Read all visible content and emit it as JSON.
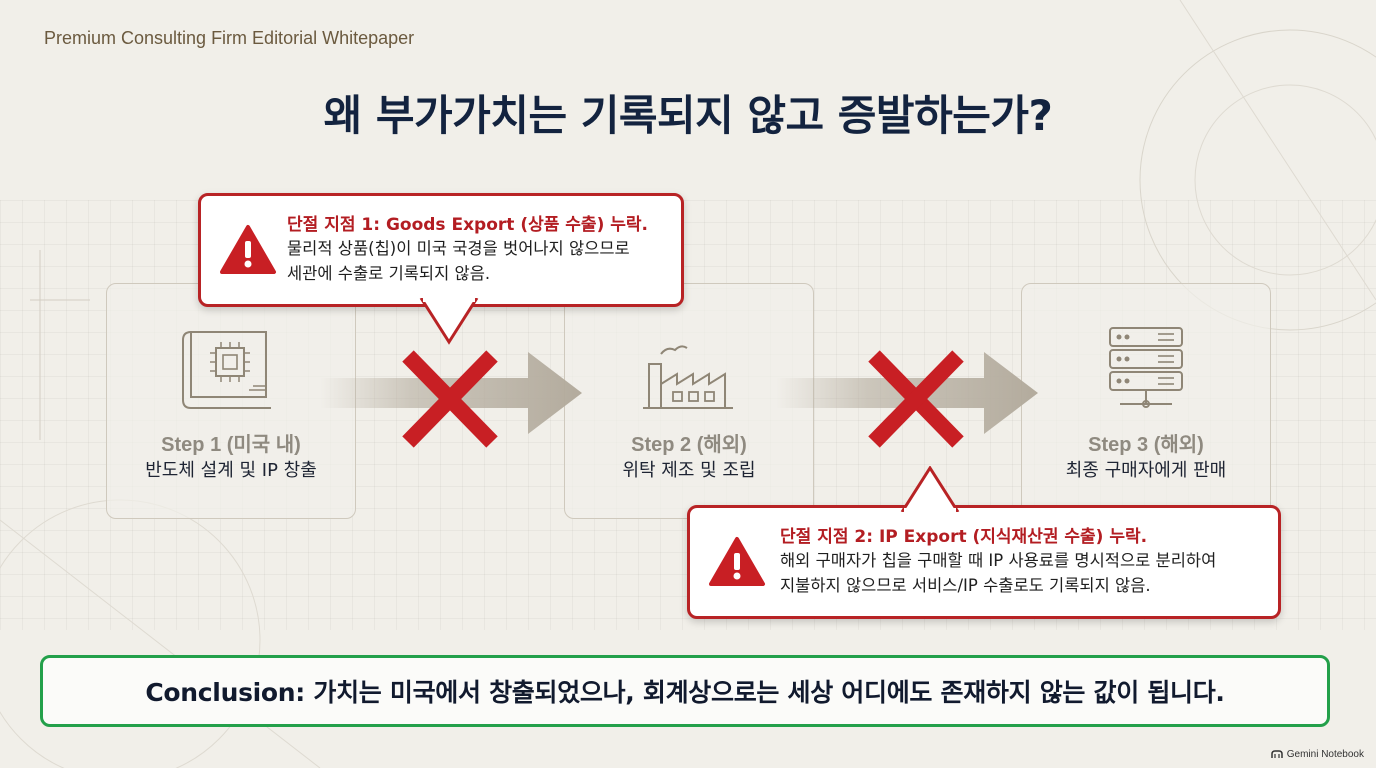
{
  "header": {
    "eyebrow": "Premium Consulting Firm Editorial Whitepaper",
    "title": "왜 부가가치는 기록되지 않고 증발하는가?"
  },
  "steps": [
    {
      "name": "Step 1 (미국 내)",
      "desc": "반도체 설계 및 IP 창출",
      "icon": "chip-blueprint-icon"
    },
    {
      "name": "Step 2 (해외)",
      "desc": "위탁 제조 및 조립",
      "icon": "factory-icon"
    },
    {
      "name": "Step 3 (해외)",
      "desc": "최종 구매자에게 판매",
      "icon": "server-rack-icon"
    }
  ],
  "callouts": [
    {
      "title": "단절 지점 1: Goods Export (상품 수출) 누락.",
      "line1": "물리적 상품(칩)이 미국 국경을 벗어나지 않으므로",
      "line2": "세관에 수출로 기록되지 않음."
    },
    {
      "title": "단절 지점 2: IP Export (지식재산권 수출) 누락.",
      "line1": "해외 구매자가 칩을 구매할 때 IP 사용료를 명시적으로 분리하여",
      "line2": "지불하지 않으므로 서비스/IP 수출로도 기록되지 않음."
    }
  ],
  "conclusion": {
    "text": "Conclusion: 가치는 미국에서 창출되었으나, 회계상으로는 세상 어디에도 존재하지 않는 값이 됩니다."
  },
  "watermark": {
    "text": "Gemini Notebook"
  },
  "colors": {
    "alert_red": "#b82325",
    "conclusion_green": "#23a04a",
    "title_navy": "#13233f",
    "arrow_gray": "#b3ab9d"
  }
}
